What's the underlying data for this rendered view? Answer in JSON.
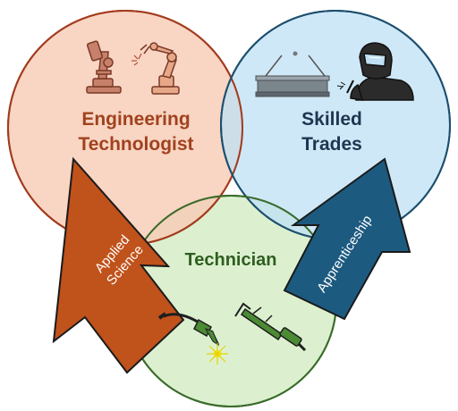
{
  "circles": {
    "left": {
      "line1": "Engineering",
      "line2": "Technologist",
      "fill": "#f8cbb4",
      "stroke": "#a23b1e",
      "text_color": "#a0421e"
    },
    "right": {
      "line1": "Skilled",
      "line2": "Trades",
      "fill": "#bfe0f4",
      "stroke": "#1d4f6e",
      "text_color": "#1f3550"
    },
    "bottom": {
      "label": "Technician",
      "fill": "#d6edc8",
      "stroke": "#3a6b2a",
      "text_color": "#2f5e1f"
    }
  },
  "arrows": {
    "left": {
      "line1": "Applied",
      "line2": "Science",
      "fill": "#c0521b",
      "stroke": "#1a1a1a",
      "text_color": "#ffffff"
    },
    "right": {
      "label": "Apprenticeship",
      "fill": "#1d5a80",
      "stroke": "#1a1a1a",
      "text_color": "#ffffff"
    }
  },
  "icons": [
    "microscope-icon",
    "robot-arm-icon",
    "steel-beam-icon",
    "welder-icon",
    "welding-torch-icon",
    "cutting-torch-icon"
  ]
}
